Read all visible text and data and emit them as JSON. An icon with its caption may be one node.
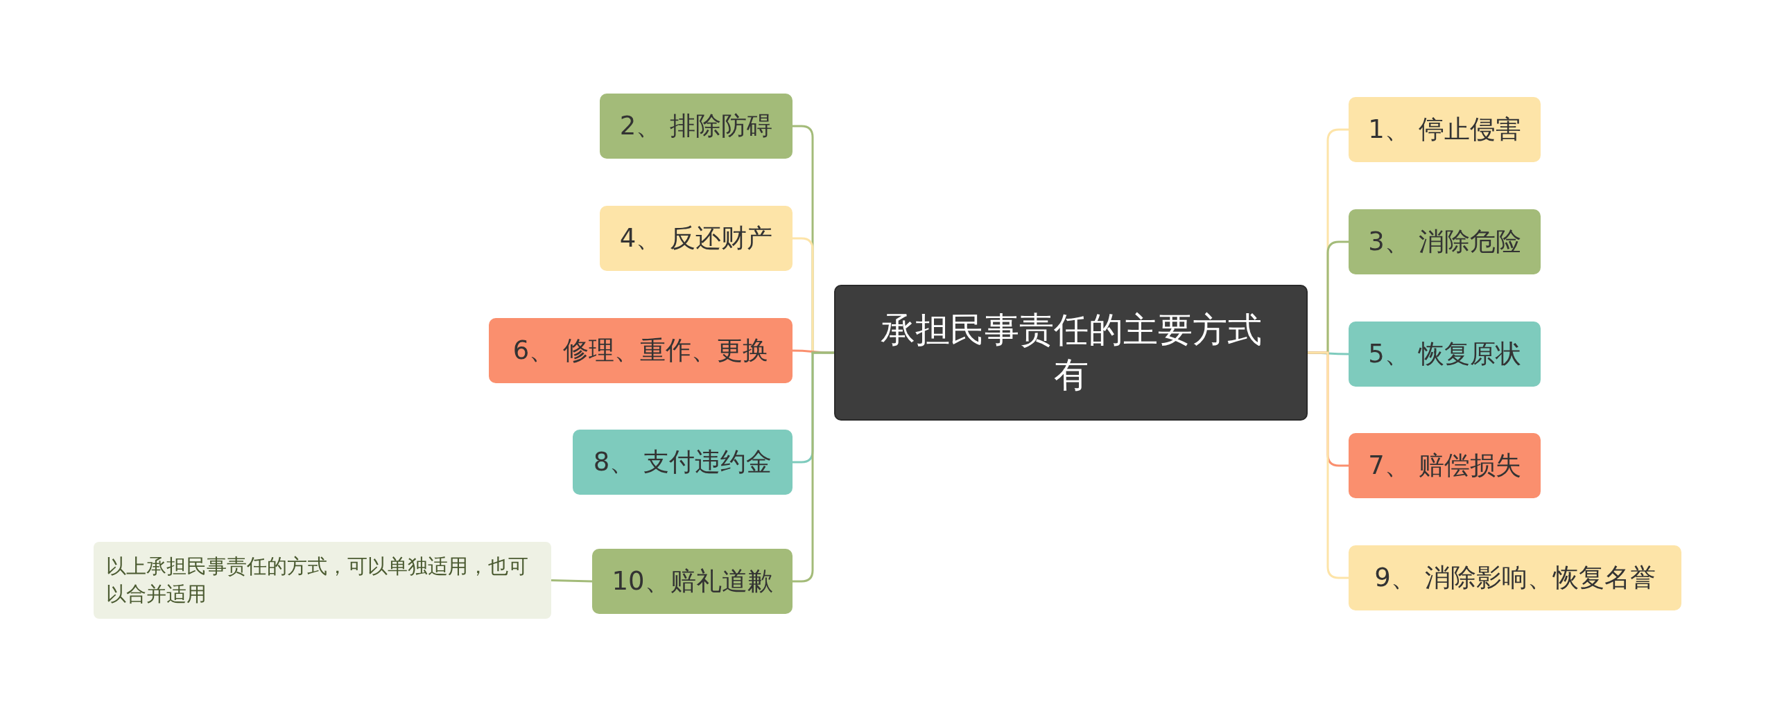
{
  "diagram": {
    "nodes": [
      {
        "text": [
          "承担民事责任的主要方式有"
        ]
      },
      {
        "text": [
          "2、 排除防碍"
        ]
      },
      {
        "text": [
          "4、 反还财产"
        ]
      },
      {
        "text": [
          "6、 修理、重作、更换"
        ]
      },
      {
        "text": [
          "8、 支付违约金"
        ]
      },
      {
        "text": [
          "10、赔礼道歉"
        ]
      },
      {
        "text": [
          "以上承担民事责任的方式，可以单独适用，也可以合并适用"
        ]
      },
      {
        "text": [
          "1、 停止侵害"
        ]
      },
      {
        "text": [
          "3、 消除危险"
        ]
      },
      {
        "text": [
          "5、 恢复原状"
        ]
      },
      {
        "text": [
          "7、 赔偿损失"
        ]
      },
      {
        "text": [
          "9、 消除影响、恢复名誉"
        ]
      }
    ],
    "edges": [
      {
        "from": 0,
        "to": 1,
        "arrow": "none",
        "color": "#a3bb79"
      },
      {
        "from": 0,
        "to": 2,
        "arrow": "none",
        "color": "#fde4a8"
      },
      {
        "from": 0,
        "to": 3,
        "arrow": "none",
        "color": "#fa8f6e"
      },
      {
        "from": 0,
        "to": 4,
        "arrow": "none",
        "color": "#7ecbbd"
      },
      {
        "from": 0,
        "to": 5,
        "arrow": "none",
        "color": "#a3bb79"
      },
      {
        "from": 5,
        "to": 6,
        "arrow": "none",
        "color": "#a3bb79"
      },
      {
        "from": 0,
        "to": 7,
        "arrow": "none",
        "color": "#fde4a8"
      },
      {
        "from": 0,
        "to": 8,
        "arrow": "none",
        "color": "#a3bb79"
      },
      {
        "from": 0,
        "to": 9,
        "arrow": "none",
        "color": "#7ecbbd"
      },
      {
        "from": 0,
        "to": 10,
        "arrow": "none",
        "color": "#fa8f6e"
      },
      {
        "from": 0,
        "to": 11,
        "arrow": "none",
        "color": "#fde4a8"
      }
    ]
  }
}
